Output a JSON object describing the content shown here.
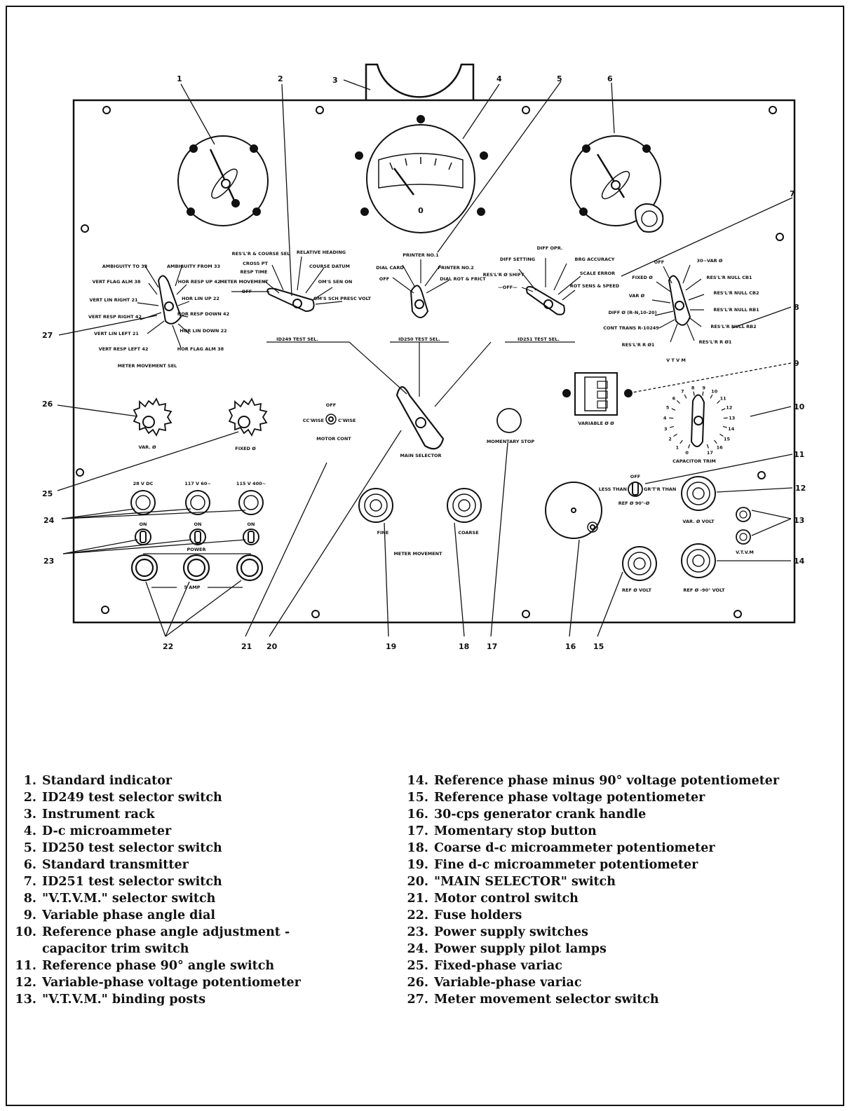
{
  "panel": {
    "meter_movement_sel_label": "METER MOVEMENT SEL",
    "vtvm_label": "V T V M",
    "id249_label": "ID249 TEST SEL.",
    "id250_label": "ID250 TEST SEL.",
    "id251_label": "ID251 TEST SEL.",
    "main_selector_label": "MAIN SELECTOR",
    "momentary_stop_label": "MOMENTARY STOP",
    "variable_label": "VARIABLE Ø Ø",
    "capacitor_trim_label": "CAPACITOR TRIM",
    "motor_cont_label": "MOTOR CONT",
    "motor_off_label": "OFF",
    "motor_ccwise_label": "CC'WISE",
    "motor_cwise_label": "C'WISE",
    "var_phase_label": "VAR. Ø",
    "fixed_phase_label": "FIXED Ø",
    "fine_label": "FINE",
    "coarse_label": "COARSE",
    "meter_movement_label": "METER MOVEMENT",
    "ref90_off_label": "OFF",
    "ref90_less_than_label": "LESS THAN",
    "ref90_greater_than_label": "GR'T'R THAN",
    "ref90_label": "REF Ø 90°-Ø",
    "var_volt_label": "VAR. Ø VOLT",
    "vtvm_post_label": "V.T.V.M",
    "ref_volt_label": "REF Ø VOLT",
    "ref_minus90_label": "REF Ø -90° VOLT",
    "power_label": "POWER",
    "amp_label": "5 AMP",
    "supply_28_label": "28 V DC",
    "supply_117_label": "117 V 60~",
    "supply_115_label": "115 V 400~",
    "on_label": "ON",
    "dc_meter_zero": "0",
    "id249_positions": [
      "RES'L'R & COURSE SEL",
      "CROSS PT",
      "RESP TIME",
      "METER MOVEMENT",
      "—OFF—",
      "RELATIVE HEADING",
      "COURSE DATUM",
      "OM'S SEN ON",
      "OM'S SCH PRESC VOLT"
    ],
    "id250_positions": [
      "PRINTER NO.1",
      "DIAL CARD",
      "OFF",
      "PRINTER NO.2",
      "DIAL ROT & FRICT"
    ],
    "id251_positions": [
      "DIFF SETTING",
      "DIFF OPR.",
      "RES'L'R Ø SHIFT",
      "—OFF—",
      "BRG ACCURACY",
      "SCALE ERROR",
      "ROT SENS & SPEED"
    ],
    "vtvm_positions": [
      "OFF",
      "FIXED Ø",
      "VAR Ø",
      "DIFF Ø (R-N,10-20)",
      "CONT TRANS R-10249",
      "RES'L'R R Ø1",
      "30~VAR Ø",
      "RES'L'R NULL CB1",
      "RES'L'R NULL CB2",
      "RES'L'R NULL RB1",
      "RES'L'R NULL RB2",
      "RES'L'R R Ø1"
    ],
    "meter_movement_positions": [
      "AMBIGUITY TO 33",
      "VERT FLAG ALM 38",
      "VERT LIN RIGHT 21",
      "VERT RESP RIGHT 42",
      "VERT LIN LEFT 21",
      "VERT RESP LEFT 42",
      "AMBIGUITY FROM 33",
      "HOR RESP UP 42",
      "HOR LIN UP 22",
      "HOR RESP DOWN 42",
      "HOR LIN DOWN 22",
      "HOR FLAG ALM 38"
    ],
    "trim_scale": [
      "0",
      "1",
      "2",
      "3",
      "4",
      "5",
      "6",
      "7",
      "8",
      "9",
      "10",
      "11",
      "12",
      "13",
      "14",
      "15",
      "16",
      "17"
    ]
  },
  "callouts": [
    "1",
    "2",
    "3",
    "4",
    "5",
    "6",
    "7",
    "8",
    "9",
    "10",
    "11",
    "12",
    "13",
    "14",
    "15",
    "16",
    "17",
    "18",
    "19",
    "20",
    "21",
    "22",
    "23",
    "24",
    "25",
    "26",
    "27"
  ],
  "legend_left": [
    {
      "num": "1.",
      "text": "Standard indicator"
    },
    {
      "num": "2.",
      "text": "ID249 test selector switch"
    },
    {
      "num": "3.",
      "text": "Instrument rack"
    },
    {
      "num": "4.",
      "text": "D-c microammeter"
    },
    {
      "num": "5.",
      "text": "ID250 test selector switch"
    },
    {
      "num": "6.",
      "text": "Standard transmitter"
    },
    {
      "num": "7.",
      "text": "ID251 test selector switch"
    },
    {
      "num": "8.",
      "text": "\"V.T.V.M.\" selector switch"
    },
    {
      "num": "9.",
      "text": "Variable phase angle dial"
    },
    {
      "num": "10.",
      "text": "Reference phase angle adjustment -"
    },
    {
      "num": "",
      "text": "capacitor trim switch"
    },
    {
      "num": "11.",
      "text": "Reference phase 90° angle switch"
    },
    {
      "num": "12.",
      "text": "Variable-phase voltage potentiometer"
    },
    {
      "num": "13.",
      "text": "\"V.T.V.M.\" binding posts"
    }
  ],
  "legend_right": [
    {
      "num": "14.",
      "text": "Reference phase minus 90° voltage potentiometer"
    },
    {
      "num": "15.",
      "text": "Reference phase voltage potentiometer"
    },
    {
      "num": "16.",
      "text": "30-cps generator crank handle"
    },
    {
      "num": "17.",
      "text": "Momentary stop button"
    },
    {
      "num": "18.",
      "text": "Coarse d-c microammeter potentiometer"
    },
    {
      "num": "19.",
      "text": "Fine d-c microammeter potentiometer"
    },
    {
      "num": "20.",
      "text": "\"MAIN SELECTOR\" switch"
    },
    {
      "num": "21.",
      "text": "Motor control switch"
    },
    {
      "num": "22.",
      "text": "Fuse holders"
    },
    {
      "num": "23.",
      "text": "Power supply switches"
    },
    {
      "num": "24.",
      "text": "Power supply pilot lamps"
    },
    {
      "num": "25.",
      "text": "Fixed-phase variac"
    },
    {
      "num": "26.",
      "text": "Variable-phase variac"
    },
    {
      "num": "27.",
      "text": "Meter movement selector switch"
    }
  ]
}
